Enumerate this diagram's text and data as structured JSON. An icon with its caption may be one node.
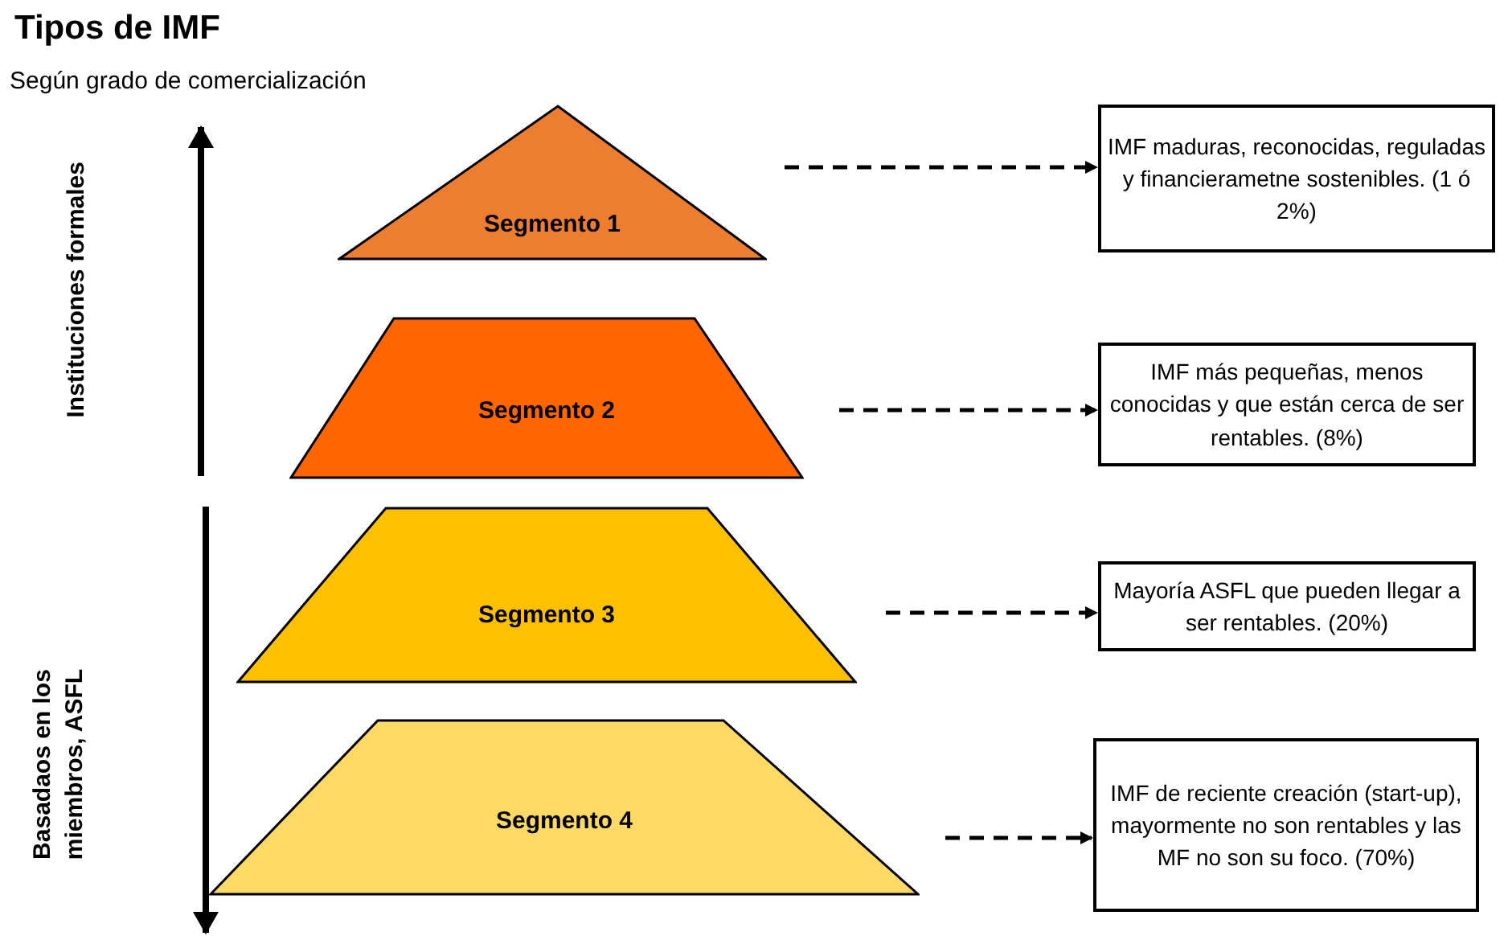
{
  "diagram": {
    "title": "Tipos de IMF",
    "nodes": [
      {
        "text": [
          "Segmento 1"
        ]
      },
      {
        "text": [
          "Segmento 2"
        ]
      },
      {
        "text": [
          "Segmento 3"
        ]
      },
      {
        "text": [
          "Segmento 4"
        ]
      },
      {
        "text": [
          "IMF maduras, reconocidas, reguladas y financierametne sostenibles. (1 ó 2%)"
        ]
      },
      {
        "text": [
          "IMF más pequeñas, menos conocidas y que están cerca de ser rentables. (8%)"
        ]
      },
      {
        "text": [
          "Mayoría ASFL que pueden llegar a ser rentables. (20%)"
        ]
      },
      {
        "text": [
          "IMF de reciente creación (start-up), mayormente no son rentables y las MF no son su foco. (70%)"
        ]
      }
    ],
    "edges": [
      {
        "from": 0,
        "to": 4,
        "arrow": "to",
        "style": "dashed"
      },
      {
        "from": 1,
        "to": 5,
        "arrow": "to",
        "style": "dashed"
      },
      {
        "from": 2,
        "to": 6,
        "arrow": "to",
        "style": "dashed"
      },
      {
        "from": 3,
        "to": 7,
        "arrow": "to",
        "style": "dashed"
      }
    ],
    "labels": [
      "Según grado de comercialización",
      "Instituciones formales",
      "Basadaos en los miembros, ASFL"
    ]
  }
}
